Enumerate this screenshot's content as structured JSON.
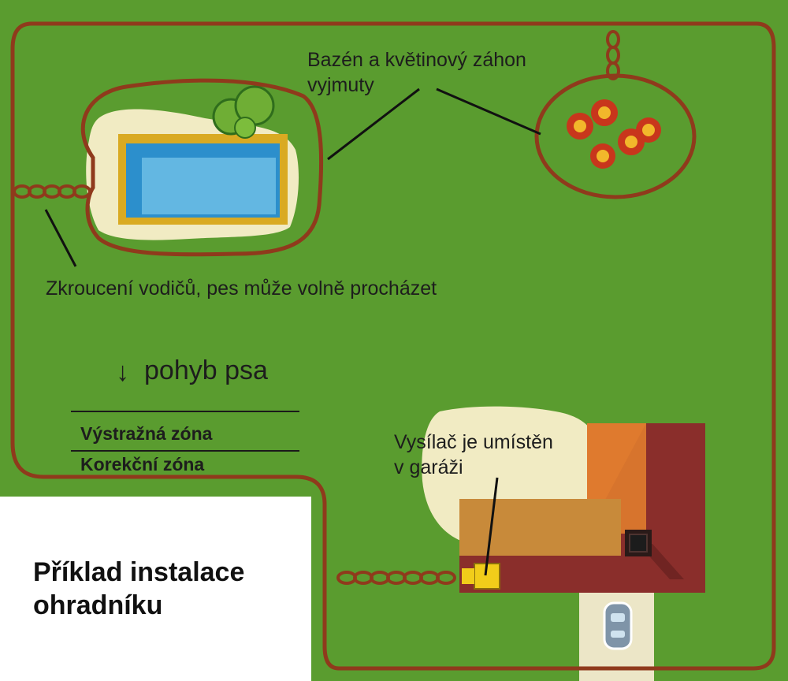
{
  "labels": {
    "exclusion": [
      "Bazén a květinový záhon",
      "vyjmuty"
    ],
    "twist": "Zkroucení vodičů, pes může volně procházet",
    "dog_motion": "pohyb psa",
    "arrow_glyph": "↓",
    "warning_zone": "Výstražná zóna",
    "correction_zone": "Korekční zóna",
    "transmitter": [
      "Vysílač je umístěn",
      "v garáži"
    ]
  },
  "caption": [
    "Příklad instalace",
    "ohradníku"
  ],
  "colors": {
    "lawn": "#5a9c2f",
    "wire": "#8f3a1c",
    "sand": "#f1ebc3",
    "pool_water": "#63b7e2",
    "pool_edge": "#2c8fcc",
    "pool_rim": "#d9aa22",
    "shrub": "#6fae35",
    "flower_petal": "#c8361c",
    "flower_center": "#f2b72b",
    "roof_orange": "#df7a2e",
    "roof_dark": "#8a2e2b",
    "garage_tan": "#c88a3a",
    "transmitter": "#f1cd1a",
    "driveway": "#ece6c7",
    "car": "#7f94a8"
  }
}
